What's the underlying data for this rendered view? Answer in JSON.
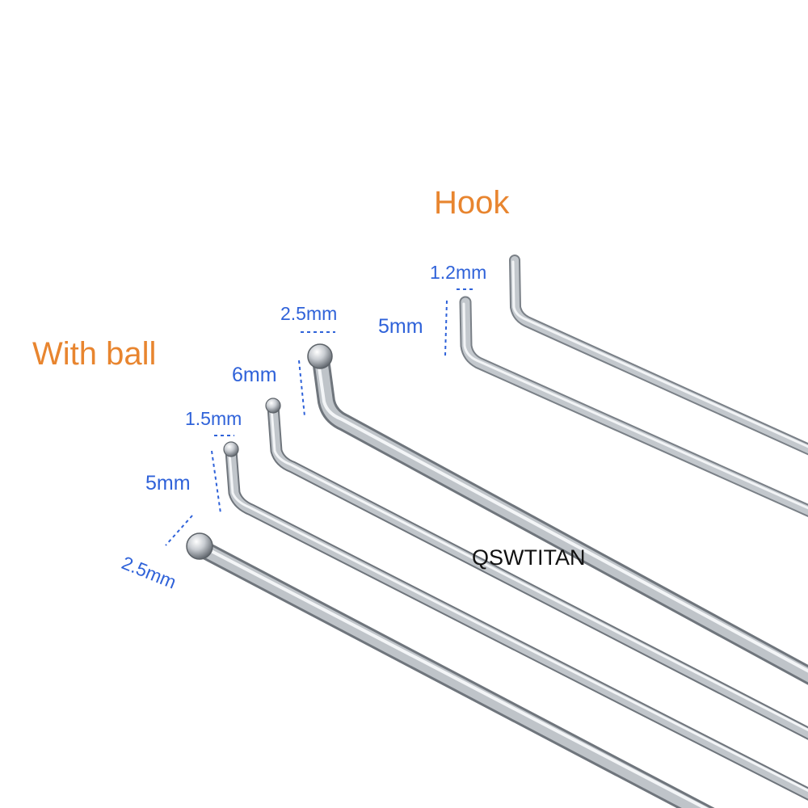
{
  "colors": {
    "heading": "#e8852f",
    "dimension": "#2f62d9",
    "watermark": "#111111",
    "metal_light": "#e9ecef",
    "metal_mid": "#b4b9bf",
    "metal_dark": "#6e747b"
  },
  "headings": {
    "hook": "Hook",
    "with_ball": "With ball"
  },
  "dimensions": {
    "hook_tip_diameter": "1.2mm",
    "hook_tip_length": "5mm",
    "large_ball_diameter": "2.5mm",
    "large_ball_length": "6mm",
    "small_ball_diameter": "1.5mm",
    "small_ball_length": "5mm",
    "straight_ball_diameter": "2.5mm"
  },
  "watermark": "QSWTITAN",
  "probes": [
    {
      "name": "hook-probe-long",
      "tip": "hook"
    },
    {
      "name": "hook-probe-short",
      "tip": "hook"
    },
    {
      "name": "ball-probe-large",
      "tip": "ball"
    },
    {
      "name": "ball-probe-medium",
      "tip": "ball"
    },
    {
      "name": "ball-probe-small",
      "tip": "ball"
    },
    {
      "name": "ball-probe-straight",
      "tip": "ball"
    }
  ]
}
